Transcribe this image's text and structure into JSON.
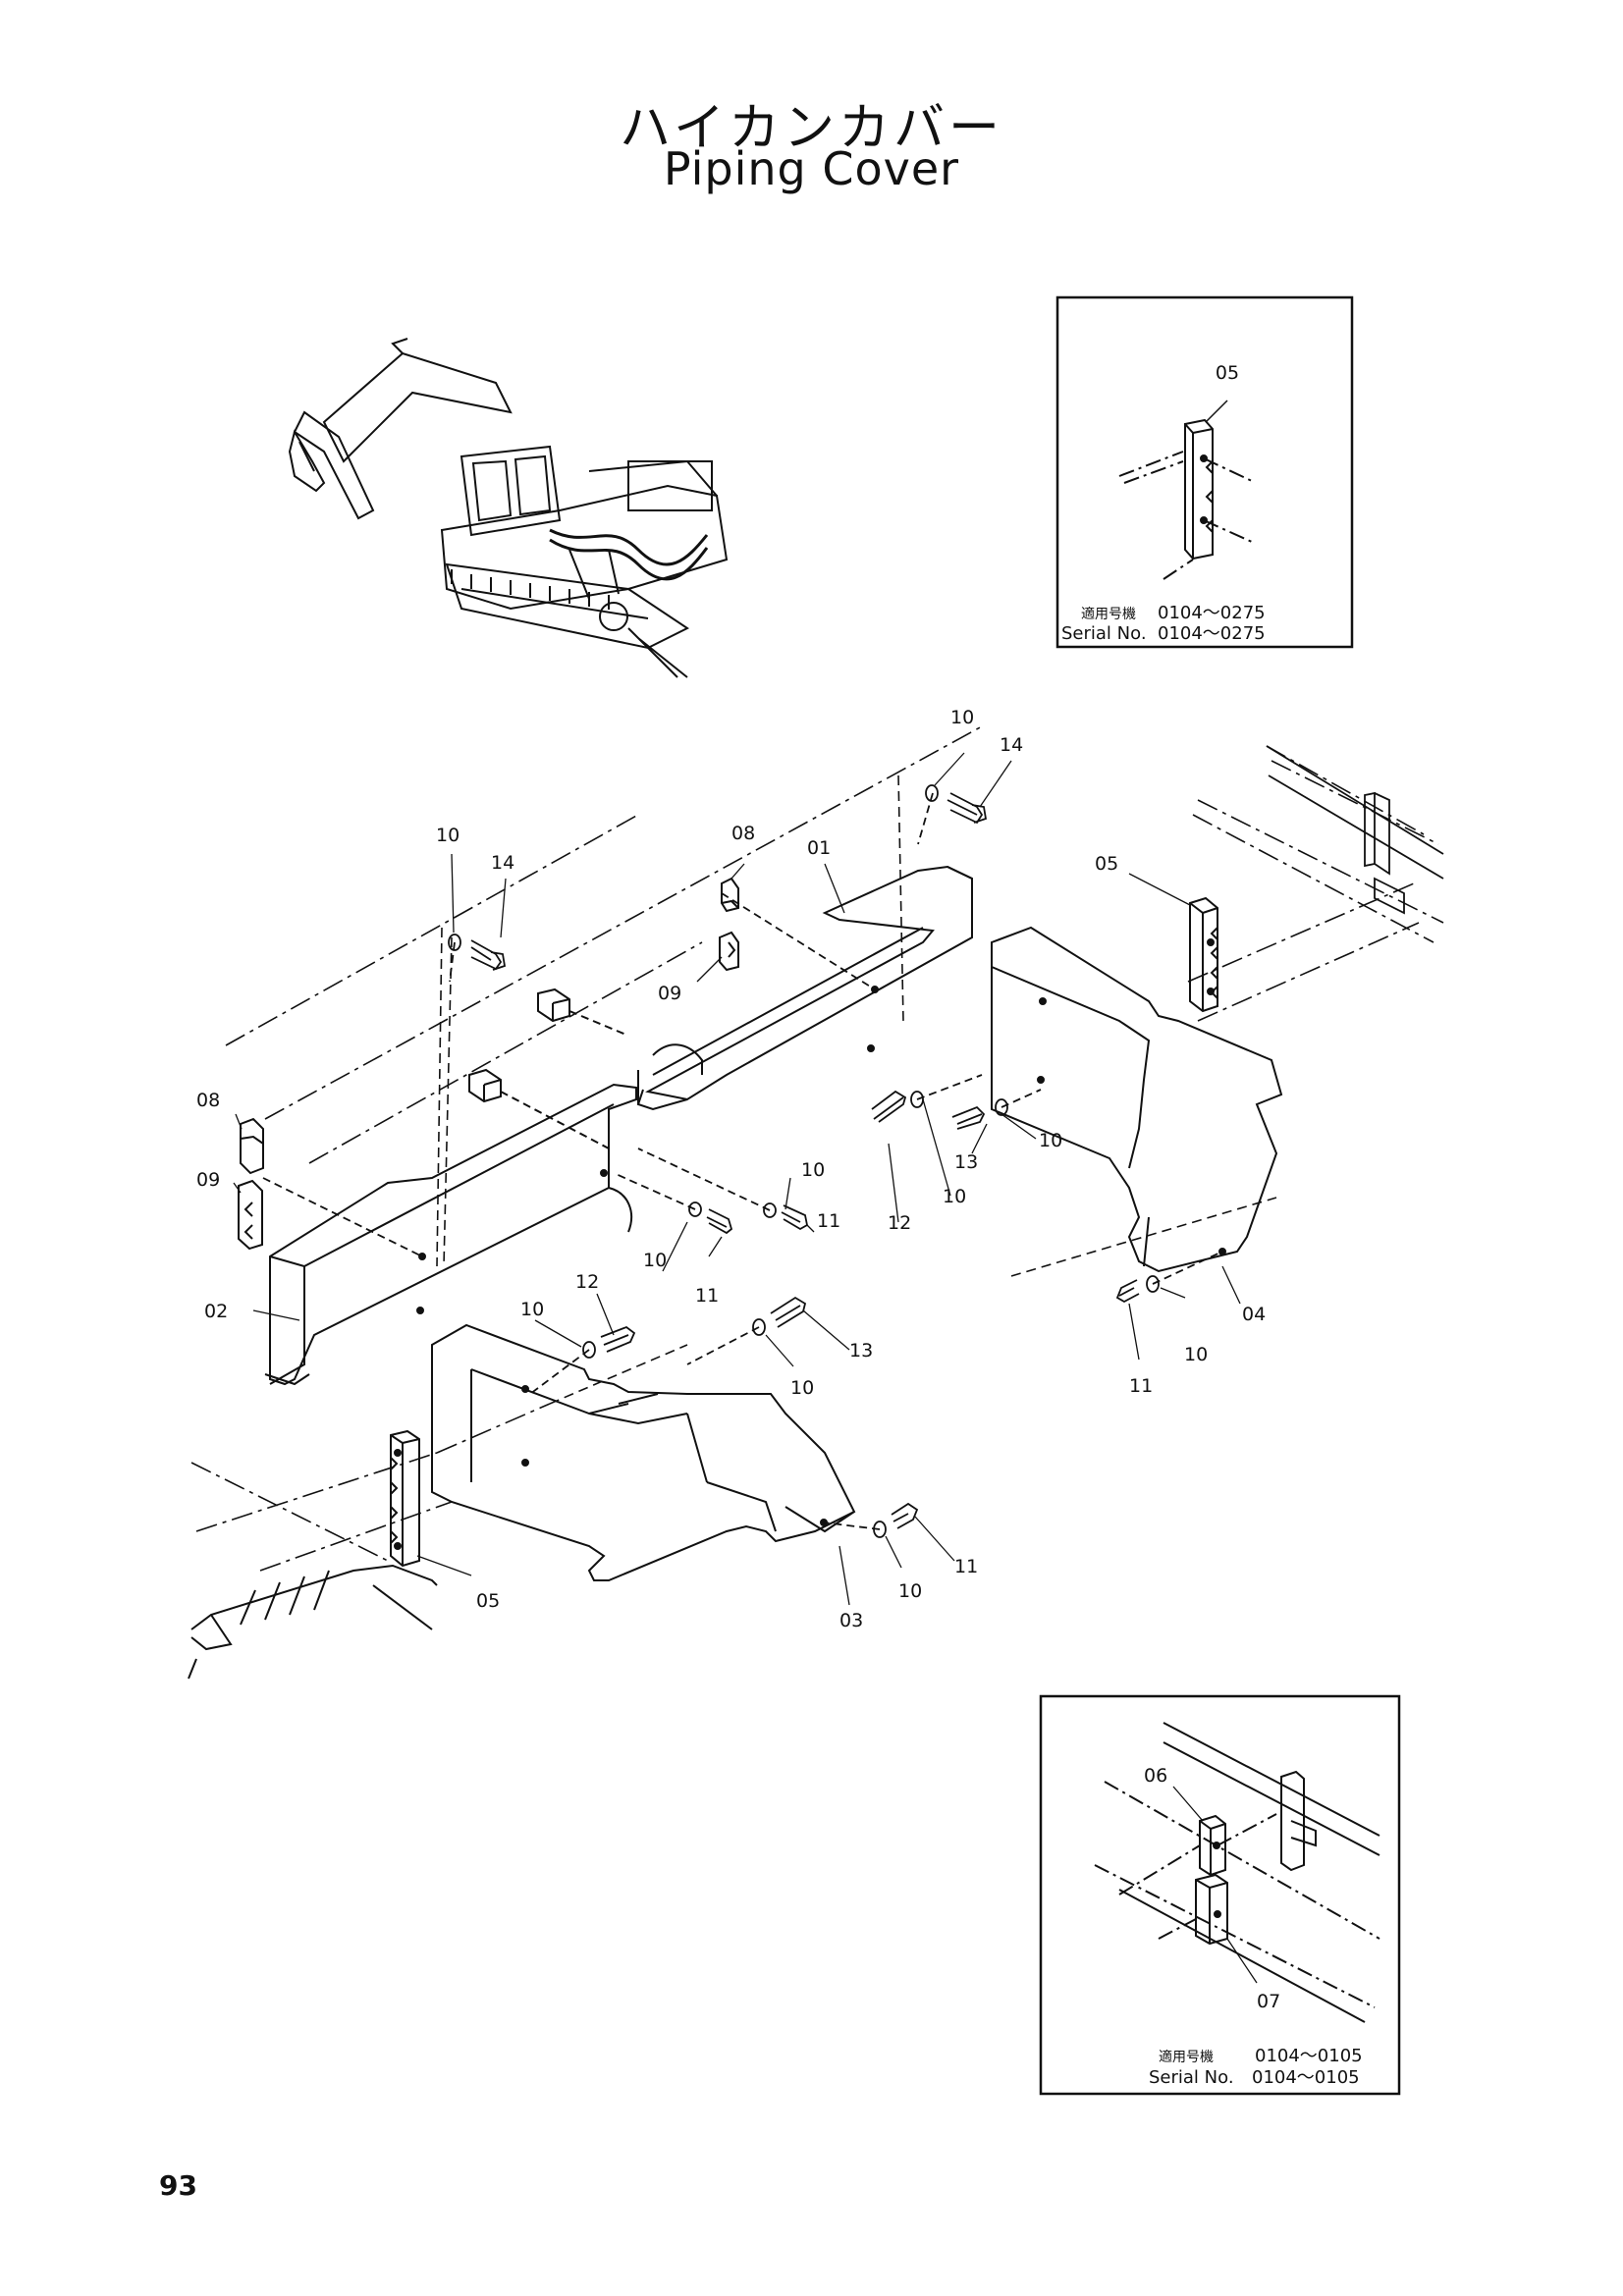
{
  "title_jp": "ハイカンカバー",
  "title_en": "Piping Cover",
  "page_number": "93",
  "inset_top": {
    "callouts": [
      "05"
    ],
    "applicability_jp_label": "適用号機",
    "applicability_jp_range": "0104～0275",
    "serial_label": "Serial No.",
    "serial_range": "0104～0275"
  },
  "inset_bottom": {
    "callouts": [
      "06",
      "07"
    ],
    "applicability_jp_label": "適用号機",
    "applicability_jp_range": "0104～0105",
    "serial_label": "Serial No.",
    "serial_range": "0104～0105"
  },
  "main_callouts": {
    "c01": "01",
    "c02": "02",
    "c03": "03",
    "c04": "04",
    "c05a": "05",
    "c05b": "05",
    "c08a": "08",
    "c08b": "08",
    "c09a": "09",
    "c09b": "09",
    "c10a": "10",
    "c10b": "10",
    "c10c": "10",
    "c10d": "10",
    "c10e": "10",
    "c10f": "10",
    "c10g": "10",
    "c10h": "10",
    "c10i": "10",
    "c10j": "10",
    "c11a": "11",
    "c11b": "11",
    "c11c": "11",
    "c11d": "11",
    "c12a": "12",
    "c12b": "12",
    "c13a": "13",
    "c13b": "13",
    "c14a": "14",
    "c14b": "14"
  }
}
